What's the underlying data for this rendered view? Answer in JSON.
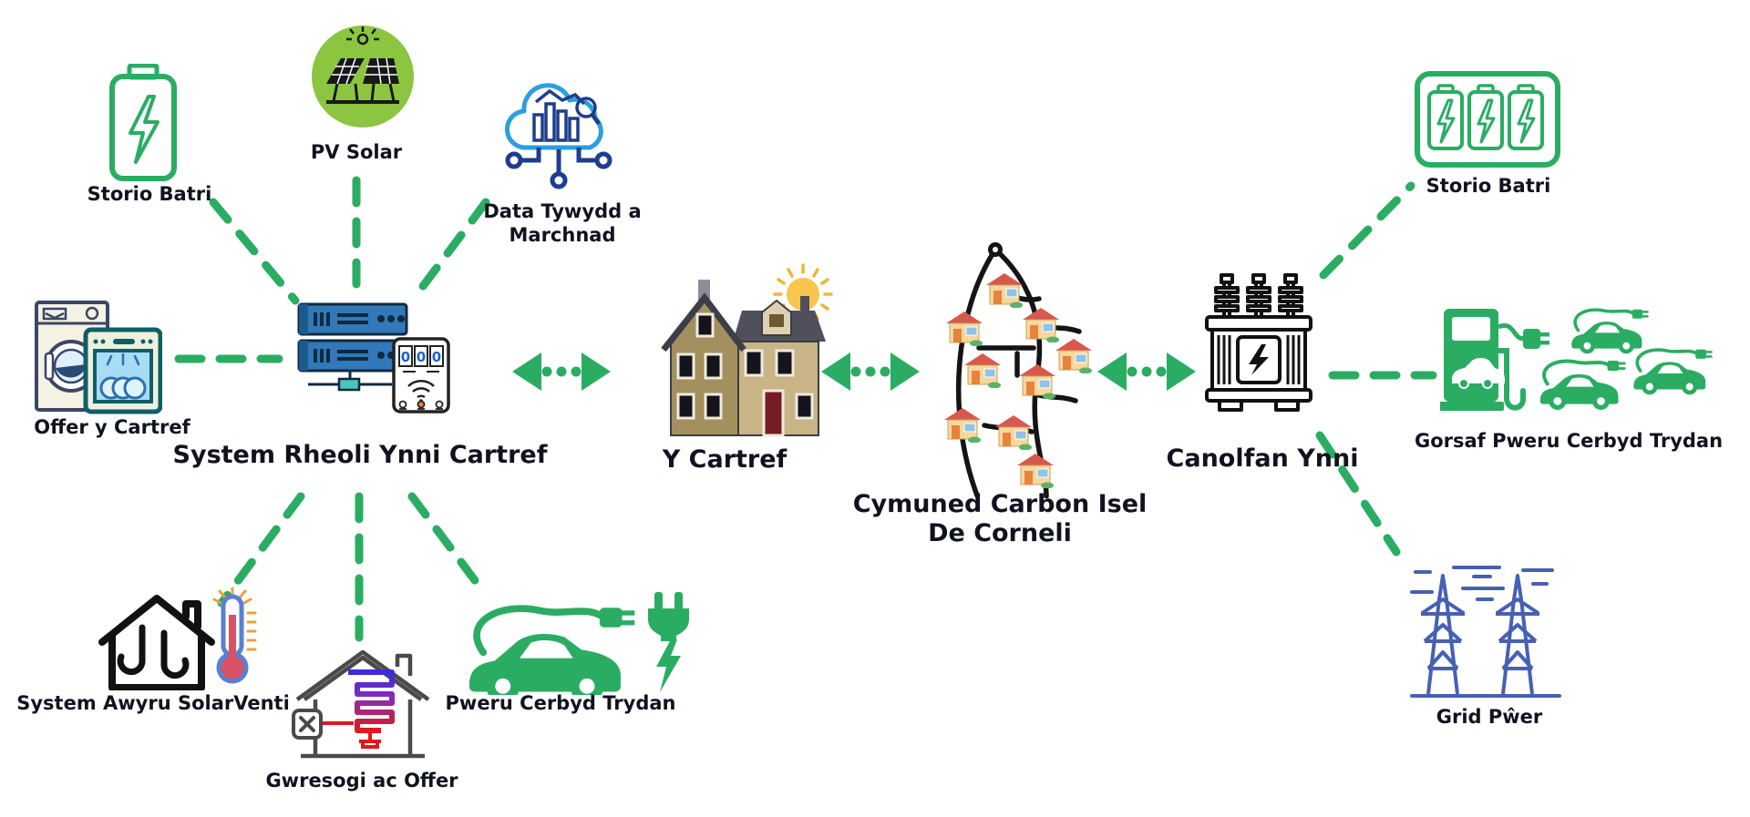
{
  "diagram_title": "Cymuned Carbon Isel De Corneli energy system diagram",
  "colors": {
    "link_green": "#2aad63",
    "pv_circle_green": "#8cc540",
    "cloud_blue": "#2b9fe0",
    "data_navy": "#1c3e8e",
    "server_blue": "#3179b8",
    "grid_blue": "#4760b5",
    "house_tan": "#c9b488",
    "map_roof_red": "#d8584e",
    "text": "#10131f"
  },
  "nodes": {
    "hems": {
      "label": "System Rheoli Ynni Cartref",
      "icon": "server-smart-meter-icon"
    },
    "storio_batri_left": {
      "label": "Storio Batri",
      "icon": "battery-bolt-icon"
    },
    "pv_solar": {
      "label": "PV Solar",
      "icon": "solar-panel-icon"
    },
    "data_tywydd": {
      "line1": "Data Tywydd a",
      "line2": "Marchnad",
      "icon": "cloud-analytics-icon"
    },
    "offer_y_cartref": {
      "label": "Offer y Cartref",
      "icon": "washer-dishwasher-icon"
    },
    "solarventi": {
      "label": "System Awyru SolarVenti",
      "icon": "house-ventilation-thermometer-icon"
    },
    "gwresogi": {
      "label": "Gwresogi ac Offer",
      "icon": "house-heating-coil-icon"
    },
    "pweru_cerbyd": {
      "label": "Pweru Cerbyd Trydan",
      "icon": "ev-car-plug-icon"
    },
    "y_cartref": {
      "label": "Y Cartref",
      "icon": "home-sun-icon"
    },
    "cymuned": {
      "line1": "Cymuned Carbon Isel",
      "line2": "De Corneli",
      "icon": "community-map-icon"
    },
    "canolfan_ynni": {
      "label": "Canolfan Ynni",
      "icon": "transformer-icon"
    },
    "storio_batri_right": {
      "label": "Storio Batri",
      "icon": "battery-bank-icon"
    },
    "gorsaf_pweru": {
      "label": "Gorsaf Pweru Cerbyd Trydan",
      "icon": "ev-charging-station-icon"
    },
    "grid_pwer": {
      "label": "Grid Pŵer",
      "icon": "transmission-towers-icon"
    }
  },
  "meter": {
    "digits": [
      "0",
      "0",
      "0"
    ]
  }
}
